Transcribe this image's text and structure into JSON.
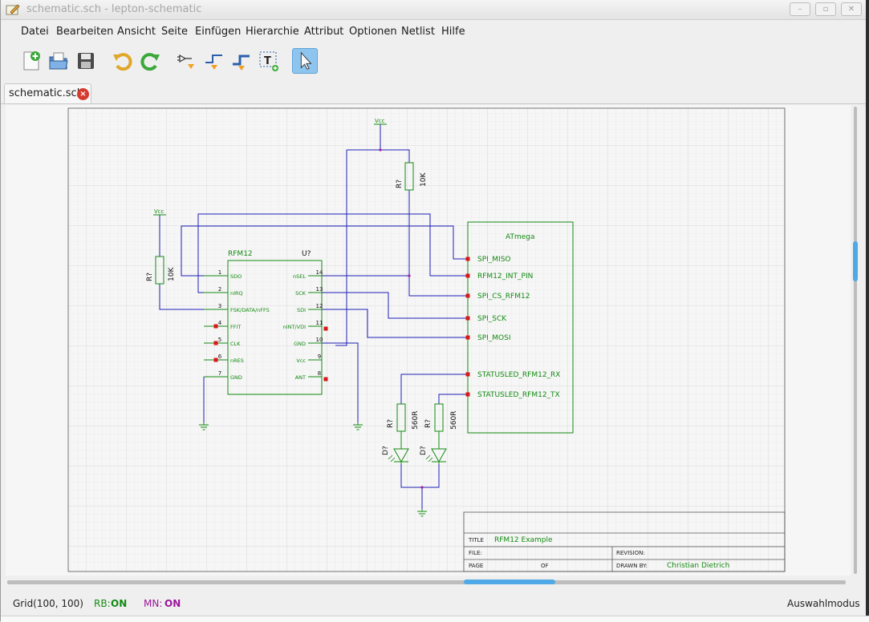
{
  "window": {
    "title": "schematic.sch - lepton-schematic"
  },
  "menu": [
    "Datei",
    "Bearbeiten",
    "Ansicht",
    "Seite",
    "Einfügen",
    "Hierarchie",
    "Attribut",
    "Optionen",
    "Netlist",
    "Hilfe"
  ],
  "toolbar": {
    "icons": [
      "new-file-icon",
      "open-file-icon",
      "save-icon",
      "undo-icon",
      "redo-icon",
      "add-component-icon",
      "add-net-icon",
      "add-bus-icon",
      "add-text-icon",
      "select-pointer-icon"
    ],
    "active": "select-pointer-icon"
  },
  "tab": {
    "label": "schematic.sch",
    "close": "×"
  },
  "schematic": {
    "vcc_label": "Vcc",
    "resistors": [
      {
        "refdes": "R?",
        "value": "10K"
      },
      {
        "refdes": "R?",
        "value": "10K"
      },
      {
        "refdes": "R?",
        "value": "560R"
      },
      {
        "refdes": "R?",
        "value": "560R"
      }
    ],
    "led_refdes": "D?",
    "rfm12": {
      "name": "RFM12",
      "refdes": "U?",
      "left_pins": [
        {
          "num": "1",
          "name": "SDO"
        },
        {
          "num": "2",
          "name": "nIRQ"
        },
        {
          "num": "3",
          "name": "FSK/DATA/nFFS"
        },
        {
          "num": "4",
          "name": "FFIT"
        },
        {
          "num": "5",
          "name": "CLK"
        },
        {
          "num": "6",
          "name": "nRES"
        },
        {
          "num": "7",
          "name": "GND"
        }
      ],
      "right_pins": [
        {
          "num": "14",
          "name": "nSEL"
        },
        {
          "num": "13",
          "name": "SCK"
        },
        {
          "num": "12",
          "name": "SDI"
        },
        {
          "num": "11",
          "name": "nINT/VDI"
        },
        {
          "num": "10",
          "name": "GND"
        },
        {
          "num": "9",
          "name": "Vcc"
        },
        {
          "num": "8",
          "name": "ANT"
        }
      ]
    },
    "atmega": {
      "name": "ATmega",
      "pins": [
        "SPI_MISO",
        "RFM12_INT_PIN",
        "SPI_CS_RFM12",
        "SPI_SCK",
        "SPI_MOSI",
        "STATUSLED_RFM12_RX",
        "STATUSLED_RFM12_TX"
      ]
    },
    "titleblock": {
      "title_label": "TITLE",
      "title_value": "RFM12 Example",
      "file_label": "FILE:",
      "revision_label": "REVISION:",
      "page_label": "PAGE",
      "of_label": "OF",
      "drawn_by_label": "DRAWN BY:",
      "drawn_by_value": "Christian Dietrich"
    }
  },
  "status": {
    "grid": "Grid(100, 100)",
    "rb_label": "RB:",
    "rb_value": "ON",
    "mn_label": "MN:",
    "mn_value": "ON",
    "mode": "Auswahlmodus"
  },
  "colors": {
    "net": "#1f1fb8",
    "component": "#138a13",
    "pin_end": "#d81818",
    "grid": "#dedede",
    "status_on": "#148a14",
    "status_mn": "#9b159b",
    "scroll_accent": "#4fa9e6"
  }
}
